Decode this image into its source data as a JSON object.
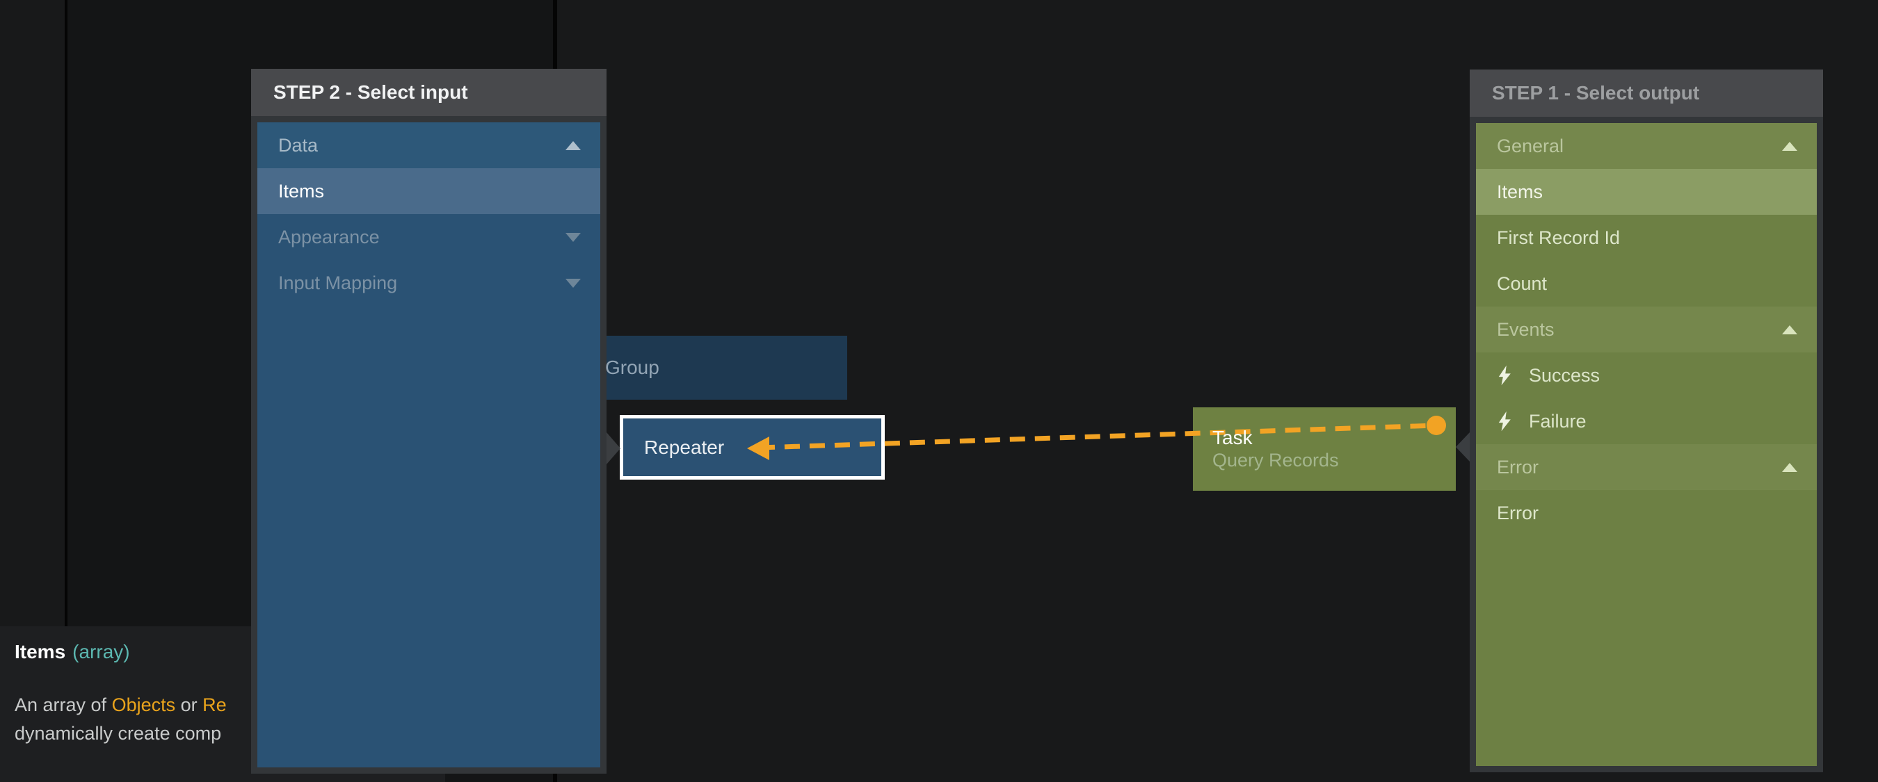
{
  "workspace": {
    "accent_orange": "#f2a324",
    "link_orange": "#e9a31c",
    "type_teal": "#5cb8b1",
    "panel_blue": "#2a5274",
    "panel_green": "#6d8044",
    "selected_blue": "#4a6b8b",
    "selected_green": "#8b9d64",
    "selected_node_border": "#ffffff"
  },
  "step2_panel": {
    "title": "STEP 2 - Select input",
    "sections": [
      {
        "label": "Data",
        "kind": "section",
        "state": "expanded"
      },
      {
        "label": "Items",
        "kind": "option",
        "selected": true
      },
      {
        "label": "Appearance",
        "kind": "section",
        "state": "collapsed"
      },
      {
        "label": "Input Mapping",
        "kind": "section",
        "state": "collapsed"
      }
    ]
  },
  "step1_panel": {
    "title": "STEP 1 - Select output",
    "sections": [
      {
        "label": "General",
        "kind": "section",
        "state": "expanded"
      },
      {
        "label": "Items",
        "kind": "option",
        "selected": true
      },
      {
        "label": "First Record Id",
        "kind": "option"
      },
      {
        "label": "Count",
        "kind": "option"
      },
      {
        "label": "Events",
        "kind": "section",
        "state": "expanded"
      },
      {
        "label": "Success",
        "kind": "option",
        "icon": "lightning-bolt"
      },
      {
        "label": "Failure",
        "kind": "option",
        "icon": "lightning-bolt"
      },
      {
        "label": "Error",
        "kind": "section",
        "state": "expanded"
      },
      {
        "label": "Error",
        "kind": "option"
      }
    ]
  },
  "nodes": {
    "group": {
      "label": "Group"
    },
    "repeater": {
      "label": "Repeater",
      "selected": true
    },
    "task": {
      "title": "Task",
      "subtitle": "Query Records"
    }
  },
  "tooltip": {
    "title": "Items",
    "type": "(array)",
    "line1_prefix": "An array of ",
    "line1_link1": "Objects",
    "line1_middle": " or ",
    "line1_link2": "Re",
    "line2": "dynamically create comp"
  }
}
